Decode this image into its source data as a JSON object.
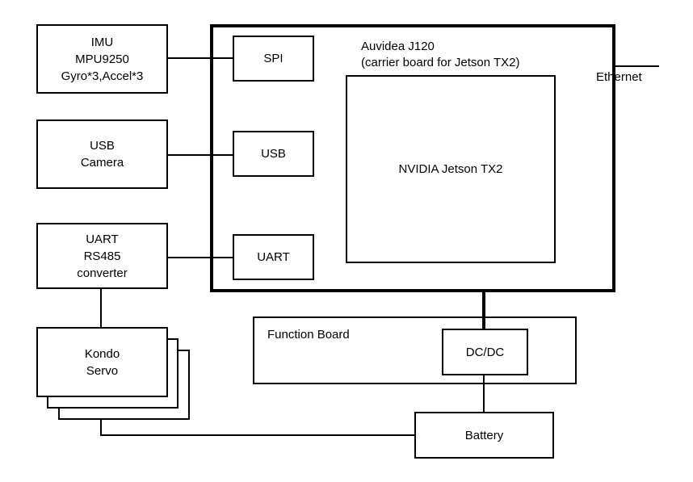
{
  "blocks": {
    "imu": {
      "lines": [
        "IMU",
        "MPU9250",
        "Gyro*3,Accel*3"
      ]
    },
    "usb_camera": {
      "lines": [
        "USB",
        "Camera"
      ]
    },
    "uart_converter": {
      "lines": [
        "UART",
        "RS485",
        "converter"
      ]
    },
    "kondo_servo": {
      "lines": [
        "Kondo",
        "Servo"
      ]
    },
    "carrier_board": {
      "title": "Auvidea J120",
      "subtitle": "(carrier board for Jetson TX2)"
    },
    "port_spi": {
      "label": "SPI"
    },
    "port_usb": {
      "label": "USB"
    },
    "port_uart": {
      "label": "UART"
    },
    "jetson": {
      "label": "NVIDIA Jetson TX2"
    },
    "ethernet": {
      "label": "Ethernet"
    },
    "function_board": {
      "label": "Function Board"
    },
    "dcdc": {
      "label": "DC/DC"
    },
    "battery": {
      "label": "Battery"
    }
  }
}
